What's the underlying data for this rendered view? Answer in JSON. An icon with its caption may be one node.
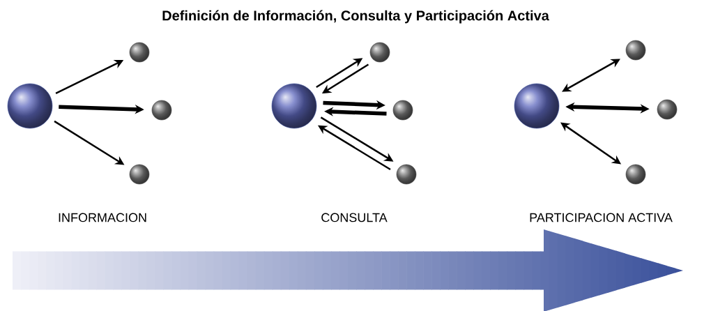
{
  "diagram": {
    "title": "Definición de Información, Consulta y Participación Activa",
    "nodes": [
      {
        "text": [],
        "shape": "circle"
      },
      {
        "text": [],
        "shape": "circle"
      },
      {
        "text": [],
        "shape": "circle"
      },
      {
        "text": [],
        "shape": "circle"
      },
      {
        "text": [],
        "shape": "circle"
      },
      {
        "text": [],
        "shape": "circle"
      },
      {
        "text": [],
        "shape": "circle"
      },
      {
        "text": [],
        "shape": "circle"
      },
      {
        "text": [],
        "shape": "circle"
      },
      {
        "text": [],
        "shape": "circle"
      },
      {
        "text": [],
        "shape": "circle"
      },
      {
        "text": [],
        "shape": "circle"
      }
    ],
    "edges": [
      {
        "from": 0,
        "to": 1,
        "arrow": "to"
      },
      {
        "from": 0,
        "to": 2,
        "arrow": "to",
        "style": "thick"
      },
      {
        "from": 0,
        "to": 3,
        "arrow": "to"
      },
      {
        "from": 4,
        "to": 5,
        "arrow": "to"
      },
      {
        "from": 5,
        "to": 4,
        "arrow": "to"
      },
      {
        "from": 4,
        "to": 6,
        "arrow": "to",
        "style": "thick"
      },
      {
        "from": 6,
        "to": 4,
        "arrow": "to",
        "style": "thick"
      },
      {
        "from": 4,
        "to": 7,
        "arrow": "to"
      },
      {
        "from": 7,
        "to": 4,
        "arrow": "to"
      },
      {
        "from": 8,
        "to": 9,
        "arrow": "both"
      },
      {
        "from": 8,
        "to": 10,
        "arrow": "both",
        "style": "thick"
      },
      {
        "from": 8,
        "to": 11,
        "arrow": "both"
      }
    ],
    "labels": [
      "INFORMACION",
      "CONSULTA",
      "PARTICIPACION ACTIVA"
    ]
  }
}
